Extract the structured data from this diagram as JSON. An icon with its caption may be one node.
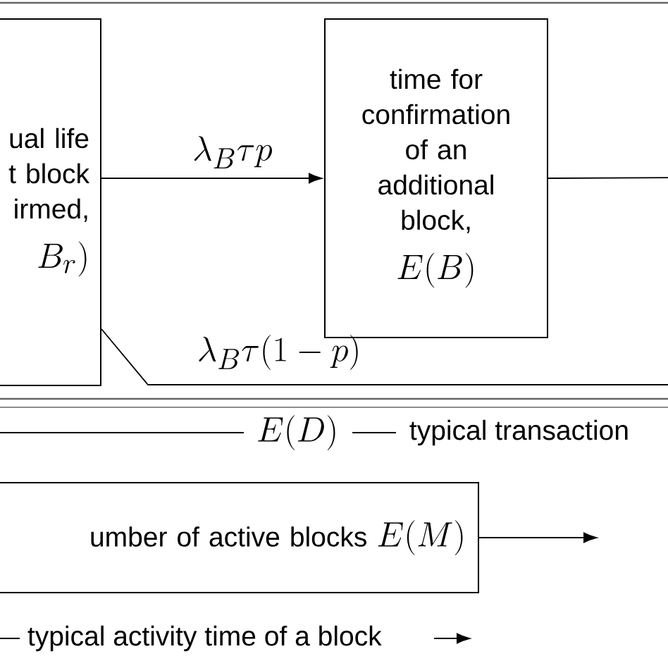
{
  "diagram": {
    "nodes": [
      {
        "text": [
          "ual life t block irmed,",
          "B_r)"
        ]
      },
      {
        "text": [
          "time for confirmation of an additional block,",
          "E(B)"
        ]
      },
      {
        "text": [
          "umber of active blocks",
          "E(M)"
        ]
      }
    ],
    "edges": [
      {
        "from": 0,
        "to": 1,
        "arrow": "to",
        "label": "\\lambda_B\\tau p"
      },
      {
        "from": 1,
        "to": null,
        "arrow": "none"
      },
      {
        "from": 0,
        "to": null,
        "arrow": "none",
        "label": "\\lambda_B\\tau(1-p)"
      },
      {
        "from": 2,
        "to": null,
        "arrow": "to"
      }
    ],
    "labels": [
      "E(D)",
      "typical transaction",
      "typical activity time of a block"
    ]
  }
}
